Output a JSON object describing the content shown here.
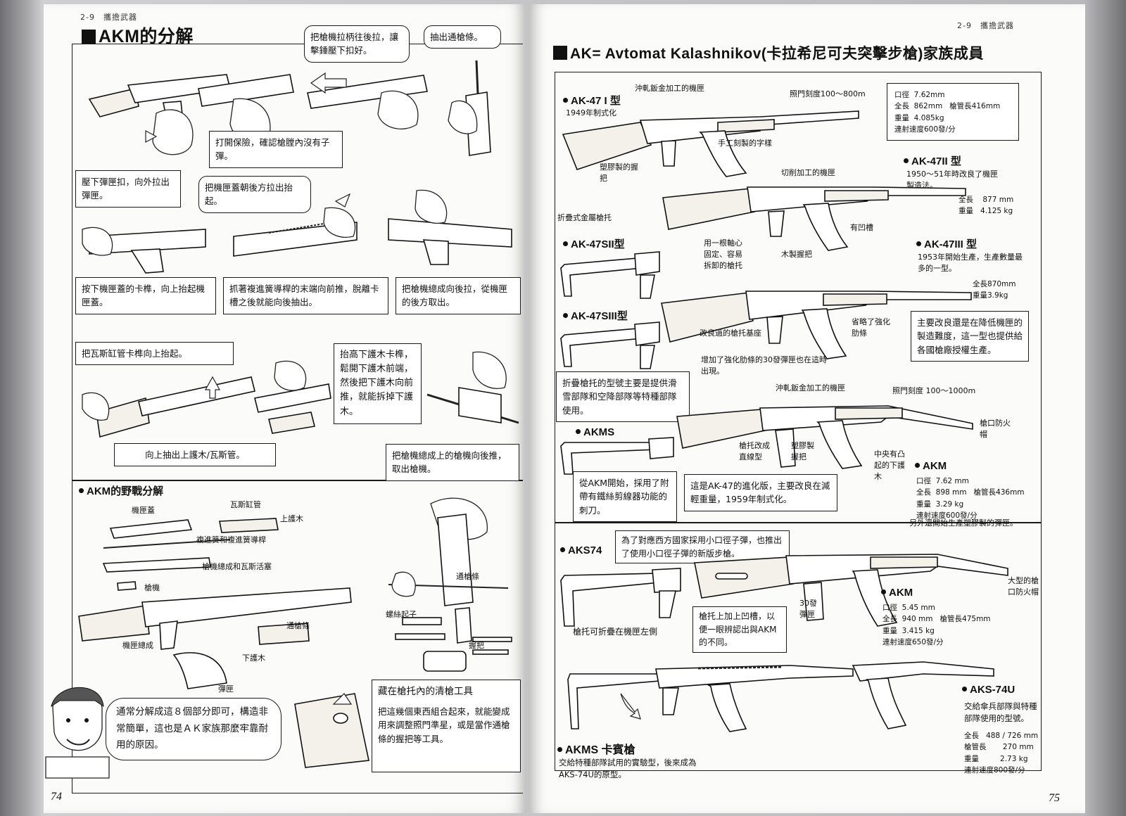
{
  "colors": {
    "paper": "#fbfbf9",
    "ink": "#111111",
    "spine_shadow": "#6f6f72"
  },
  "left_page": {
    "header": "2-9　攜擔武器",
    "title": "AKM的分解",
    "steps": [
      {
        "text": "把槍機拉柄往後拉，讓擊錘壓下扣好。"
      },
      {
        "text": "抽出通槍條。"
      },
      {
        "text": "打開保險，確認槍膛內沒有子彈。"
      },
      {
        "text": "壓下彈匣扣，向外拉出彈匣。"
      },
      {
        "text": "把機匣蓋朝後方拉出抬起。"
      },
      {
        "text": "按下機匣蓋的卡榫，向上抬起機匣蓋。"
      },
      {
        "text": "抓著複進簧導桿的末端向前推，脫離卡槽之後就能向後抽出。"
      },
      {
        "text": "把槍機總成向後拉，從機匣的後方取出。"
      },
      {
        "text": "把瓦斯缸管卡榫向上抬起。"
      },
      {
        "text": "抬高下護木卡榫，鬆開下護木前端，然後把下護木向前推，就能拆掉下護木。"
      },
      {
        "text": "向上抽出上護木/瓦斯管。"
      },
      {
        "text": "把槍機總成上的槍機向後推，取出槍機。"
      }
    ],
    "field_strip": {
      "heading": "AKM的野戰分解",
      "parts": [
        "機匣蓋",
        "瓦斯缸管",
        "上護木",
        "複進簧和複進簧導桿",
        "槍機總成和瓦斯活塞",
        "槍機",
        "通槍條",
        "機匣總成",
        "下護木",
        "彈匣"
      ]
    },
    "cleaning": {
      "labels": [
        "通槍條",
        "螺絲起子",
        "握把"
      ],
      "box_title": "藏在槍托內的清槍工具",
      "box_text": "把這幾個東西組合起來，就能變成用來調整照門準星，或是當作通槍條的握把等工具。"
    },
    "speech": "通常分解成這８個部分即可，構造非常簡單，這也是ＡＫ家族那麼牢靠耐用的原因。",
    "page_number": "74"
  },
  "right_page": {
    "header": "2-9　攜擔武器",
    "title": "AK= Avtomat Kalashnikov(卡拉希尼可夫突擊步槍)家族成員",
    "ak47_1": {
      "name": "AK-47 I 型",
      "year": "1949年制式化",
      "annotations": [
        "沖軋鈑金加工的機匣",
        "照門刻度100～800m",
        "手工刻製的字樣",
        "塑膠製的握把"
      ],
      "spec": "口徑  7.62mm\n全長  862mm   槍管長416mm\n重量  4.085kg\n連射速度600發/分"
    },
    "ak47_2": {
      "name": "AK-47II 型",
      "desc": "1950～51年時改良了機匣製造法。",
      "annotations": [
        "切削加工的機匣",
        "折疊式金屬槍托",
        "有凹槽",
        "用一根軸心固定、容易拆卸的槍托",
        "木製握把"
      ],
      "spec": "全長    877 mm\n重量   4.125 kg"
    },
    "ak47s2": {
      "name": "AK-47SII型"
    },
    "ak47_3": {
      "name": "AK-47III 型",
      "desc": "1953年開始生產，生產數量最多的一型。",
      "spec": "全長870mm\n重量3.9kg",
      "annotations": [
        "省略了強化肋條",
        "改良過的槍托基座",
        "增加了強化肋條的30發彈匣也在這時出現。"
      ],
      "box": "主要改良還是在降低機匣的製造難度，這一型也提供給各國槍廠授權生產。"
    },
    "ak47s3": {
      "name": "AK-47SIII型"
    },
    "folding_note": "折疊槍托的型號主要是提供滑雪部隊和空降部隊等特種部隊使用。",
    "akms": {
      "name": "AKMS",
      "annotations": [
        "沖軋鈑金加工的機匣",
        "照門刻度 100～1000m",
        "槍托改成直線型",
        "塑膠製握把",
        "中央有凸起的下護木",
        "槍口防火帽"
      ],
      "box1": "從AKM開始，採用了附帶有鐵絲剪線器功能的刺刀。",
      "box2": "這是AK-47的進化版，主要改良在減輕重量，1959年制式化。"
    },
    "akm_762": {
      "name": "AKM",
      "spec": "口徑  7.62 mm\n全長  898 mm   槍管長436mm\n重量  3.29 kg\n連射速度600發/分",
      "note": "另外還開始生產塑膠製的彈匣。"
    },
    "aks74": {
      "name": "AKS74",
      "box": "為了對應西方國家採用小口徑子彈，也推出了使用小口徑子彈的新版步槍。",
      "annotations": [
        "大型的槍口防火帽",
        "30發彈匣",
        "槍托可折疊在機匣左側"
      ],
      "box2": "槍托上加上凹槽，以便一眼辨認出與AKM的不同。"
    },
    "akm_545": {
      "name": "AKM",
      "spec": "口徑  5.45 mm\n全長  940 mm   槍管長475mm\n重量  3.415 kg\n連射速度650發/分"
    },
    "aks74u": {
      "name": "AKS-74U",
      "desc": "交給傘兵部隊與特種部隊使用的型號。",
      "spec": "全長   488 / 726 mm\n槍管長       270 mm\n重量         2.73 kg\n連射速度800發/分"
    },
    "akms_carbine": {
      "name": "AKMS 卡賓槍",
      "desc": "交給特種部隊試用的實驗型，後來成為AKS-74U的原型。"
    },
    "page_number": "75"
  }
}
